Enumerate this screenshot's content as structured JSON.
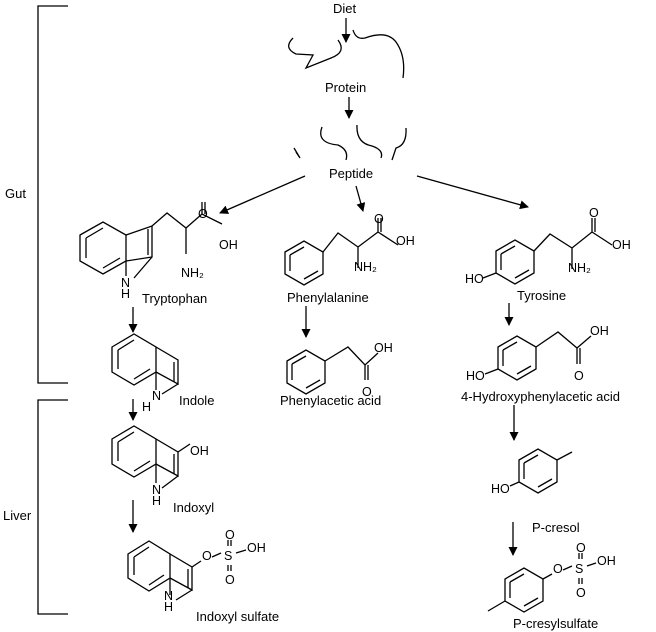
{
  "brackets": {
    "gut": "Gut",
    "liver": "Liver"
  },
  "nodes": {
    "diet": "Diet",
    "protein": "Protein",
    "peptide": "Peptide",
    "tryptophan": "Tryptophan",
    "phenylalanine": "Phenylalanine",
    "tyrosine": "Tyrosine",
    "indole": "Indole",
    "phenylacetic_acid": "Phenylacetic acid",
    "hydroxyphenylacetic_acid": "4-Hydroxyphenylacetic acid",
    "indoxyl": "Indoxyl",
    "p_cresol": "P-cresol",
    "indoxyl_sulfate": "Indoxyl sulfate",
    "p_cresylsulfate": "P-cresylsulfate"
  },
  "atoms": {
    "oh": "OH",
    "o": "O",
    "ho": "HO",
    "nh2": "NH₂",
    "nh": "N",
    "h": "H",
    "s": "S"
  }
}
